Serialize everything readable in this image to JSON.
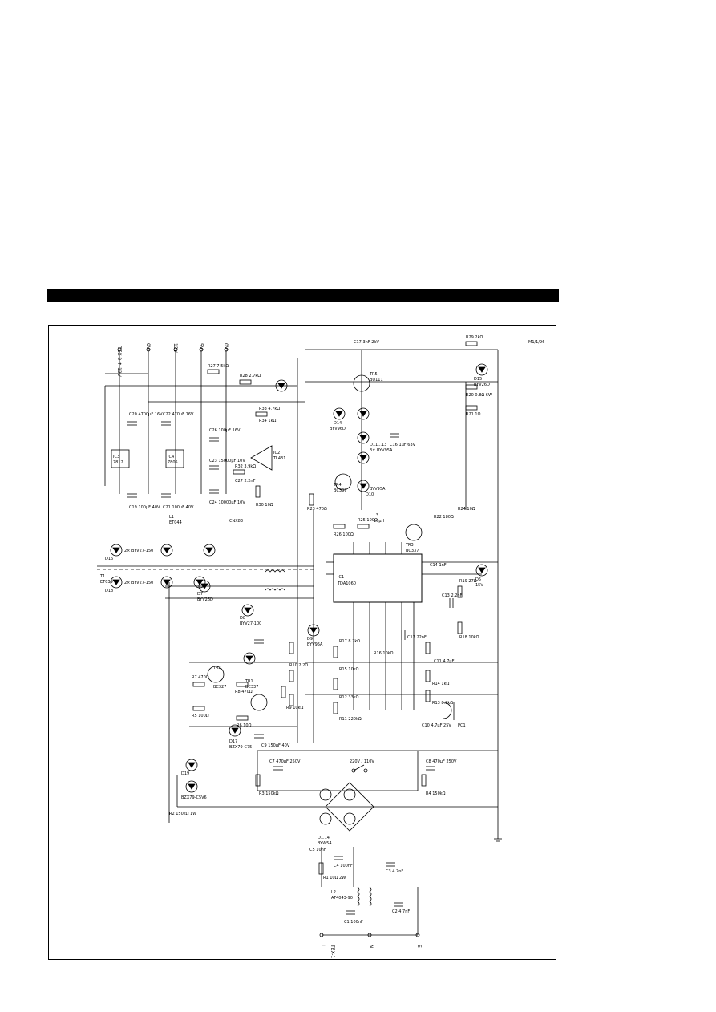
{
  "header": {
    "figure_code": "M1/1/96"
  },
  "terminals": [
    {
      "id": "t_tex2",
      "text": "TEX-2 ↑ 12V"
    },
    {
      "id": "t_0v_a",
      "text": "0V"
    },
    {
      "id": "t_12v",
      "text": "12V"
    },
    {
      "id": "t_5v",
      "text": "5V"
    },
    {
      "id": "t_0v_b",
      "text": "0V"
    },
    {
      "id": "t_tex1",
      "text": "TEX-1"
    },
    {
      "id": "t_l",
      "text": "L"
    },
    {
      "id": "t_n",
      "text": "N"
    },
    {
      "id": "t_e",
      "text": "E"
    }
  ],
  "ics": [
    {
      "id": "ic1",
      "ref": "IC1",
      "part": "TDA1060"
    },
    {
      "id": "ic2",
      "ref": "IC2",
      "part": "TL431"
    },
    {
      "id": "ic3",
      "ref": "IC3",
      "part": "7812"
    },
    {
      "id": "ic4",
      "ref": "IC4",
      "part": "7805"
    }
  ],
  "transistors": [
    {
      "id": "tr1",
      "ref": "TR1",
      "part": "BC337"
    },
    {
      "id": "tr2",
      "ref": "TR2",
      "part": "BC327"
    },
    {
      "id": "tr3",
      "ref": "TR3",
      "part": "BC337"
    },
    {
      "id": "tr4",
      "ref": "TR4",
      "part": "BC337"
    },
    {
      "id": "tr5",
      "ref": "TR5",
      "part": "BU111"
    }
  ],
  "diodes": [
    {
      "id": "d1_4",
      "ref": "D1...4",
      "part": "BYW54"
    },
    {
      "id": "d5",
      "ref": "D5",
      "part": "15V"
    },
    {
      "id": "d7",
      "ref": "D7",
      "part": "BYV26D"
    },
    {
      "id": "d8",
      "ref": "D8",
      "part": "BYV27-100"
    },
    {
      "id": "d9",
      "ref": "D9",
      "part": "BYV95A"
    },
    {
      "id": "d15",
      "ref": "D15",
      "part": "BYV26D"
    },
    {
      "id": "d16",
      "ref": "D16",
      "part": "2× BYV27-150"
    },
    {
      "id": "d18",
      "ref": "D18",
      "part": "2× BYV27-150"
    },
    {
      "id": "d10",
      "ref": "D10",
      "part": "BYV95A"
    },
    {
      "id": "d14",
      "ref": "D14",
      "part": "BYV96D"
    },
    {
      "id": "d11_13",
      "ref": "D11...13",
      "part": "3× BYV95A"
    },
    {
      "id": "d17",
      "ref": "D17",
      "part": "BZX79-C75"
    },
    {
      "id": "d19",
      "ref": "D19",
      "part": "BZX79-C5V6"
    }
  ],
  "transformer": {
    "ref": "T1",
    "part": "ET039"
  },
  "inductors": [
    {
      "id": "l1",
      "ref": "L1",
      "part": "ET044"
    },
    {
      "id": "l2",
      "ref": "L2",
      "part": "AT4043-90"
    },
    {
      "id": "l3",
      "ref": "L3",
      "part": "10μH"
    }
  ],
  "photocoupler": {
    "ref": "PC1",
    "part": "CNX83"
  },
  "labels": [
    {
      "id": "c20",
      "text": "C20 4700μF 16V"
    },
    {
      "id": "c22",
      "text": "C22 470μF 16V"
    },
    {
      "id": "c19",
      "text": "C19 100μF 40V"
    },
    {
      "id": "c21",
      "text": "C21 100μF 40V"
    },
    {
      "id": "c26",
      "text": "C26 100μF 16V"
    },
    {
      "id": "c23",
      "text": "C23 15000μF 10V"
    },
    {
      "id": "c24",
      "text": "C24 10000μF 10V"
    },
    {
      "id": "c27",
      "text": "C27 2.2nF"
    },
    {
      "id": "c17",
      "text": "C17 3nF 2kV"
    },
    {
      "id": "c16",
      "text": "C16 1μF 63V"
    },
    {
      "id": "c14",
      "text": "C14 1nF"
    },
    {
      "id": "c13",
      "text": "C13 2.2nF"
    },
    {
      "id": "c12",
      "text": "C12 22nF"
    },
    {
      "id": "c11",
      "text": "C11 4.7μF"
    },
    {
      "id": "c10",
      "text": "C10 4.7μF 25V"
    },
    {
      "id": "c9",
      "text": "C9 150μF 40V"
    },
    {
      "id": "c8",
      "text": "C8 470μF 250V"
    },
    {
      "id": "c7",
      "text": "C7 470μF 250V"
    },
    {
      "id": "c5",
      "text": "C5 10nF"
    },
    {
      "id": "c4",
      "text": "C4 100nF"
    },
    {
      "id": "c3",
      "text": "C3 4.7nF"
    },
    {
      "id": "c2",
      "text": "C2 4.7nF"
    },
    {
      "id": "c1",
      "text": "C1 100nF"
    },
    {
      "id": "r28",
      "text": "R28 2.7kΩ"
    },
    {
      "id": "r29",
      "text": "R29 2kΩ"
    },
    {
      "id": "r27",
      "text": "R27 7.5kΩ"
    },
    {
      "id": "r32",
      "text": "R32 3.9kΩ"
    },
    {
      "id": "r33",
      "text": "R33 4.7kΩ"
    },
    {
      "id": "r34",
      "text": "R34 1kΩ"
    },
    {
      "id": "r30",
      "text": "R30 10Ω"
    },
    {
      "id": "r24",
      "text": "R24 10Ω"
    },
    {
      "id": "r20",
      "text": "R20 0.8Ω 6W"
    },
    {
      "id": "r21",
      "text": "R21 1Ω"
    },
    {
      "id": "r25",
      "text": "R25 100Ω"
    },
    {
      "id": "r26",
      "text": "R26 100Ω"
    },
    {
      "id": "r23",
      "text": "R23 470Ω"
    },
    {
      "id": "r22",
      "text": "R22 180Ω"
    },
    {
      "id": "r19",
      "text": "R19 27Ω"
    },
    {
      "id": "r18",
      "text": "R18 10kΩ"
    },
    {
      "id": "r17",
      "text": "R17 8.2kΩ"
    },
    {
      "id": "r16",
      "text": "R16 10kΩ"
    },
    {
      "id": "r15",
      "text": "R15 10kΩ"
    },
    {
      "id": "r14",
      "text": "R14 1kΩ"
    },
    {
      "id": "r13",
      "text": "R13 8.2kΩ"
    },
    {
      "id": "r12",
      "text": "R12 33kΩ"
    },
    {
      "id": "r11",
      "text": "R11 220kΩ"
    },
    {
      "id": "r10",
      "text": "R10 2.2Ω"
    },
    {
      "id": "r9",
      "text": "R9 10kΩ"
    },
    {
      "id": "r8",
      "text": "R8 470Ω"
    },
    {
      "id": "r7",
      "text": "R7 470Ω"
    },
    {
      "id": "r6",
      "text": "R6 10Ω"
    },
    {
      "id": "r5",
      "text": "R5 100Ω"
    },
    {
      "id": "r4",
      "text": "R4 150kΩ"
    },
    {
      "id": "r3",
      "text": "R3 150kΩ"
    },
    {
      "id": "r2",
      "text": "R2 150kΩ 1W"
    },
    {
      "id": "r1",
      "text": "R1 10Ω 2W"
    },
    {
      "id": "sw",
      "text": "220V / 110V"
    }
  ]
}
